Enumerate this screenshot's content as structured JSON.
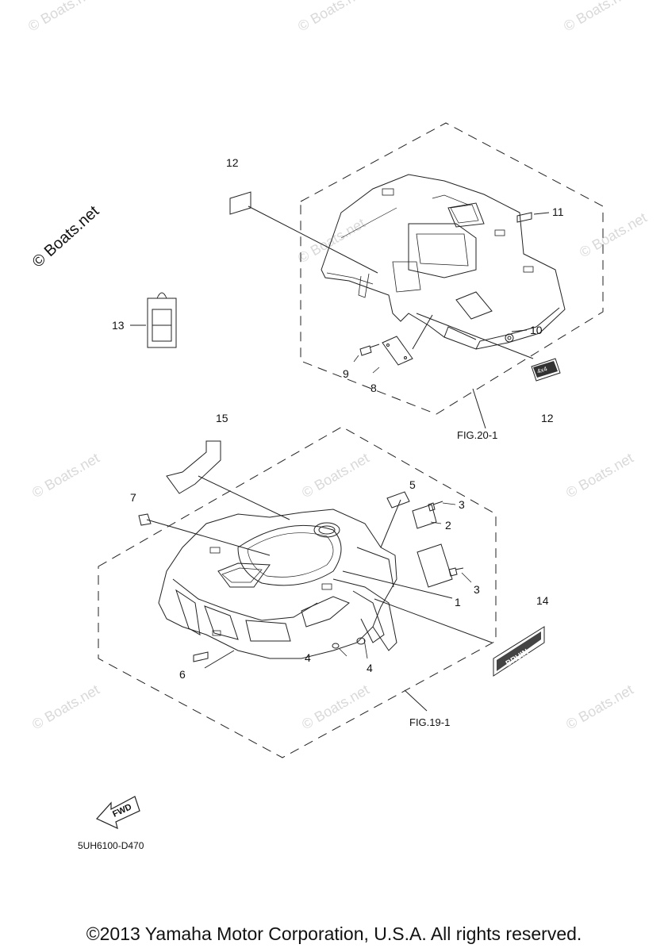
{
  "watermark": {
    "text": "© Boats.net",
    "main_text": "© Boats.net"
  },
  "callouts": {
    "c1": "1",
    "c2": "2",
    "c3a": "3",
    "c3b": "3",
    "c4a": "4",
    "c4b": "4",
    "c5": "5",
    "c6": "6",
    "c7": "7",
    "c8": "8",
    "c9": "9",
    "c10": "10",
    "c11": "11",
    "c12a": "12",
    "c12b": "12",
    "c13": "13",
    "c14": "14",
    "c15": "15"
  },
  "figure_refs": {
    "rear": "FIG.20-1",
    "front": "FIG.19-1"
  },
  "direction_label": "FWD",
  "decal_text": {
    "rear_badge": "4x4",
    "front_decal": "BRUIN"
  },
  "diagram_code": "5UH6100-D470",
  "copyright": "©2013 Yamaha Motor Corporation, U.S.A. All rights reserved."
}
